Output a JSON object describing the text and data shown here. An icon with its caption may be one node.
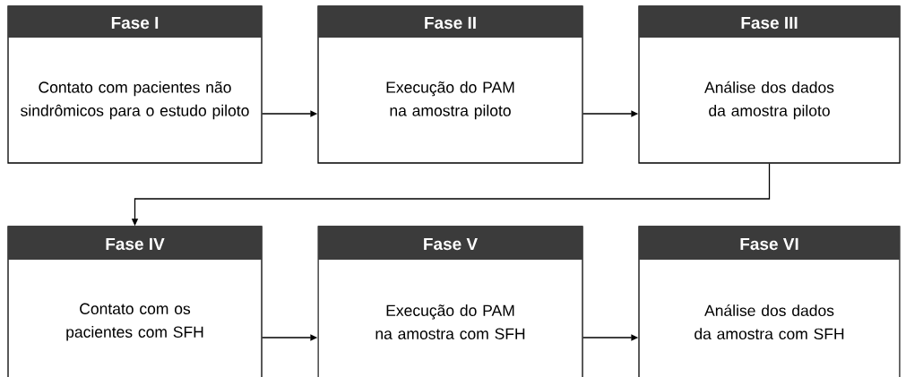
{
  "diagram": {
    "nodes": [
      {
        "text": [
          "Fase I",
          "Contato com pacientes não sindrômicos para o estudo piloto"
        ]
      },
      {
        "text": [
          "Fase II",
          "Execução do PAM na amostra piloto"
        ]
      },
      {
        "text": [
          "Fase III",
          "Análise dos dados da amostra piloto"
        ]
      },
      {
        "text": [
          "Fase IV",
          "Contato com os pacientes com SFH"
        ]
      },
      {
        "text": [
          "Fase V",
          "Execução do PAM na amostra com SFH"
        ]
      },
      {
        "text": [
          "Fase VI",
          "Análise dos dados da amostra com SFH"
        ]
      }
    ],
    "edges": [
      {
        "from": 0,
        "to": 1,
        "arrow": "to"
      },
      {
        "from": 1,
        "to": 2,
        "arrow": "to"
      },
      {
        "from": 2,
        "to": 3,
        "arrow": "to"
      },
      {
        "from": 3,
        "to": 4,
        "arrow": "to"
      },
      {
        "from": 4,
        "to": 5,
        "arrow": "to"
      }
    ]
  }
}
